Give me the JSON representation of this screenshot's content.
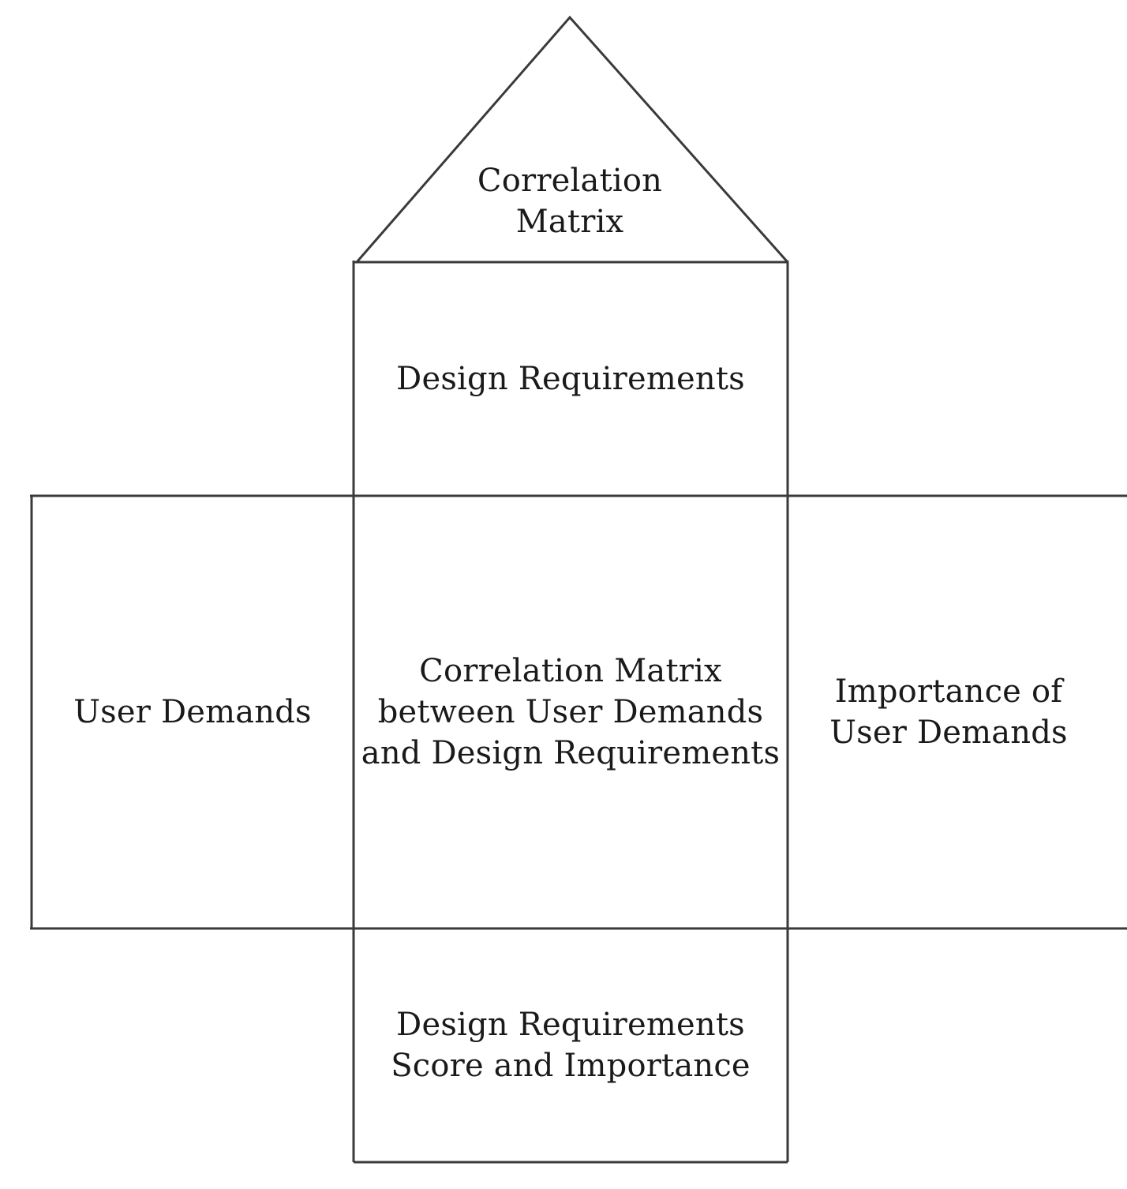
{
  "roof": {
    "line1": "Correlation",
    "line2": "Matrix"
  },
  "design_requirements": {
    "label": "Design Requirements"
  },
  "user_demands": {
    "label": "User Demands"
  },
  "relationship_matrix": {
    "line1": "Correlation Matrix",
    "line2": "between User Demands",
    "line3": "and Design Requirements"
  },
  "importance": {
    "line1": "Importance of",
    "line2": "User Demands"
  },
  "score": {
    "line1": "Design Requirements",
    "line2": "Score and Importance"
  }
}
